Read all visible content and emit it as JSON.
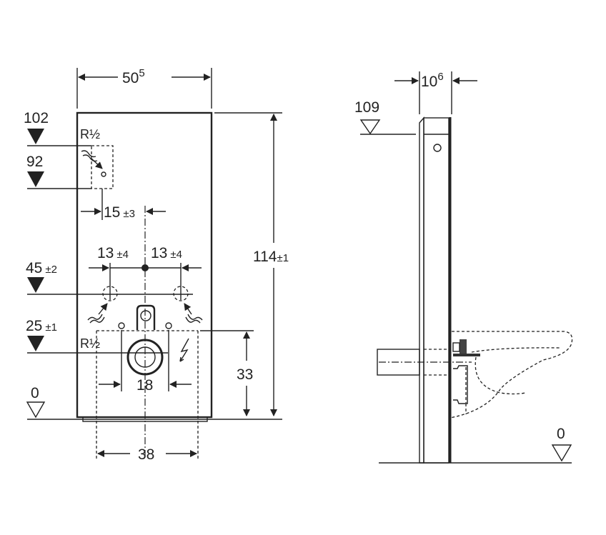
{
  "front_view": {
    "width_main": "50",
    "width_sup": "5",
    "height": "114",
    "height_tol": "±1",
    "level_102": "102",
    "level_92": "92",
    "level_45": "45",
    "level_45_tol": "±2",
    "level_25": "25",
    "level_25_tol": "±1",
    "level_0": "0",
    "thread_top": "R½",
    "thread_bottom": "R½",
    "offset_15": "15",
    "offset_15_tol": "±3",
    "spacing_left": "13",
    "spacing_left_tol": "±4",
    "spacing_right": "13",
    "spacing_right_tol": "±4",
    "drain_height": "33",
    "bolt_spacing": "18",
    "box_width": "38"
  },
  "side_view": {
    "depth_main": "10",
    "depth_sup": "6",
    "level_109": "109",
    "level_0": "0"
  }
}
